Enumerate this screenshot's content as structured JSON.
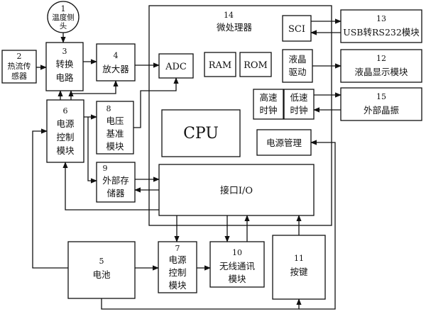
{
  "nodes": {
    "sensor_temp": {
      "num": "1",
      "lines": [
        "温度侧",
        "头"
      ]
    },
    "sensor_heatflow": {
      "num": "2",
      "lines": [
        "热流传",
        "感器"
      ]
    },
    "converter": {
      "num": "3",
      "lines": [
        "转换",
        "电路"
      ]
    },
    "amplifier": {
      "num": "4",
      "lines": [
        "放大器"
      ]
    },
    "power_ctrl_a": {
      "num": "6",
      "lines": [
        "电源",
        "控制",
        "模块"
      ]
    },
    "voltage_ref": {
      "num": "8",
      "lines": [
        "电压",
        "基准",
        "模块"
      ]
    },
    "ext_storage": {
      "num": "9",
      "lines": [
        "外部存",
        "储器"
      ]
    },
    "battery": {
      "num": "5",
      "lines": [
        "电池"
      ]
    },
    "power_ctrl_b": {
      "num": "7",
      "lines": [
        "电源",
        "控制",
        "模块"
      ]
    },
    "wireless": {
      "num": "10",
      "lines": [
        "无线通讯",
        "模块"
      ]
    },
    "keys": {
      "num": "11",
      "lines": [
        "按键"
      ]
    },
    "mcu": {
      "num": "14",
      "title": "微处理器"
    },
    "adc": {
      "label": "ADC"
    },
    "ram": {
      "label": "RAM"
    },
    "rom": {
      "label": "ROM"
    },
    "sci": {
      "label": "SCI"
    },
    "lcd_driver": {
      "lines": [
        "液晶",
        "驱动"
      ]
    },
    "hs_clock": {
      "lines": [
        "高速",
        "时钟"
      ]
    },
    "ls_clock": {
      "lines": [
        "低速",
        "时钟"
      ]
    },
    "cpu": {
      "label": "CPU"
    },
    "power_mgmt": {
      "label": "电源管理"
    },
    "io_port": {
      "label": "接口I/O"
    },
    "usb_module": {
      "num": "13",
      "label": "USB转RS232模块"
    },
    "lcd_module": {
      "num": "12",
      "label": "液晶显示模块"
    },
    "ext_crystal": {
      "num": "15",
      "label": "外部晶振"
    }
  }
}
